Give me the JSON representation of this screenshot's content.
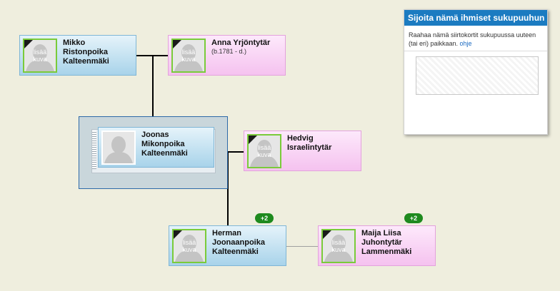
{
  "people": {
    "mikko": {
      "name_lines": [
        "Mikko",
        "Ristonpoika",
        "Kalteenmäki"
      ]
    },
    "anna": {
      "name_lines": [
        "Anna Yrjöntytär"
      ],
      "dates": "(b.1781 - d.)"
    },
    "joonas": {
      "name_lines": [
        "Joonas",
        "Mikonpoika",
        "Kalteenmäki"
      ]
    },
    "hedvig": {
      "name_lines": [
        "Hedvig",
        "Israelintytär"
      ]
    },
    "herman": {
      "name_lines": [
        "Herman",
        "Joonaanpoika",
        "Kalteenmäki"
      ],
      "badge": "+2"
    },
    "maija": {
      "name_lines": [
        "Maija Liisa",
        "Juhontytär",
        "Lammenmäki"
      ],
      "badge": "+2"
    }
  },
  "photo_placeholder": [
    "lisää",
    "kuva"
  ],
  "panel": {
    "title": "Sijoita nämä ihmiset sukupuuhun",
    "text": "Raahaa nämä siirtokortit sukupuussa uuteen (tai eri) paikkaan.",
    "link": "ohje"
  },
  "colors": {
    "male_card": "#a8d3ea",
    "female_card": "#f5c2ef",
    "photo_border": "#7acb3a",
    "badge": "#1e8a1e",
    "panel_header": "#1b7bc1",
    "selection": "#2e6aa8"
  },
  "icons": {
    "photo": "person-silhouette-icon",
    "badge": "plus-badge-icon"
  }
}
